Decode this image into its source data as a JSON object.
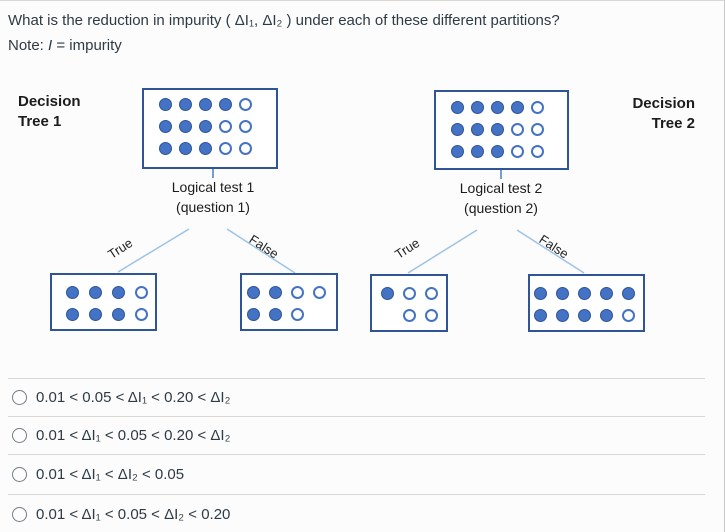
{
  "question": {
    "title": "What is the reduction in impurity ( ΔI₁, ΔI₂ ) under each of these different partitions?",
    "note_prefix": "Note: ",
    "note_var": "I",
    "note_suffix": " = impurity"
  },
  "diagram": {
    "colors": {
      "box_border": "#2f5597",
      "dot_fill": "#4472c4",
      "branch_line": "#9dc3e6",
      "connector_line": "#4a7fbf",
      "text": "#2d3b45"
    },
    "trees": [
      {
        "name_line1": "Decision",
        "name_line2": "Tree 1",
        "test_line1": "Logical test 1",
        "test_line2": "(question 1)",
        "true_label": "True",
        "false_label": "False",
        "root_dots": [
          [
            1,
            1,
            1,
            1,
            0
          ],
          [
            1,
            1,
            1,
            0,
            0
          ],
          [
            1,
            1,
            1,
            0,
            0
          ]
        ],
        "true_dots": [
          [
            1,
            1,
            1,
            0
          ],
          [
            1,
            1,
            1,
            0
          ]
        ],
        "false_dots": [
          [
            1,
            1,
            0,
            0
          ],
          [
            1,
            1,
            0
          ]
        ]
      },
      {
        "name_line1": "Decision",
        "name_line2": "Tree 2",
        "test_line1": "Logical test 2",
        "test_line2": "(question 2)",
        "true_label": "True",
        "false_label": "False",
        "root_dots": [
          [
            1,
            1,
            1,
            1,
            0
          ],
          [
            1,
            1,
            1,
            0,
            0
          ],
          [
            1,
            1,
            1,
            0,
            0
          ]
        ],
        "true_dots": [
          [
            1,
            0,
            0
          ],
          [
            2,
            0,
            0
          ]
        ],
        "false_dots": [
          [
            1,
            1,
            1,
            1,
            1
          ],
          [
            1,
            1,
            1,
            1,
            0
          ]
        ]
      }
    ]
  },
  "options": [
    {
      "label": "0.01 < 0.05 < ΔI₁ < 0.20 < ΔI₂"
    },
    {
      "label": "0.01 < ΔI₁ < 0.05 < 0.20 < ΔI₂"
    },
    {
      "label": "0.01 < ΔI₁ < ΔI₂ < 0.05"
    },
    {
      "label": "0.01 < ΔI₁ < 0.05 < ΔI₂ < 0.20"
    }
  ]
}
